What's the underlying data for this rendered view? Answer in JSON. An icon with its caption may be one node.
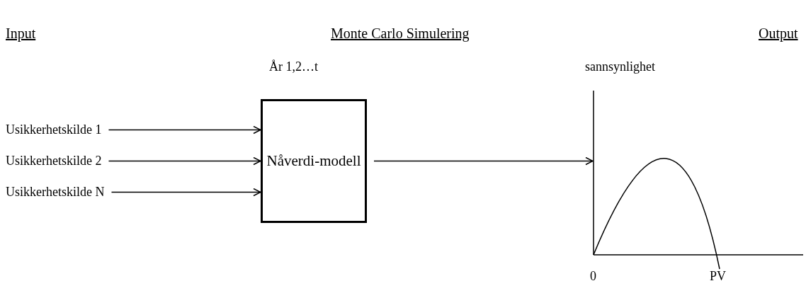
{
  "diagram": {
    "nodes": [
      {
        "text": [
          "Usikkerhetskilde 1"
        ]
      },
      {
        "text": [
          "Usikkerhetskilde 2"
        ]
      },
      {
        "text": [
          "Usikkerhetskilde N"
        ]
      },
      {
        "text": [
          "Nåverdi-modell"
        ],
        "beside": [
          "År 1,2…t"
        ]
      },
      {
        "text": [],
        "shape": "picture"
      }
    ],
    "edges": [
      {
        "from": 0,
        "to": 3,
        "arrow": "to"
      },
      {
        "from": 1,
        "to": 3,
        "arrow": "to"
      },
      {
        "from": 2,
        "to": 3,
        "arrow": "to"
      },
      {
        "from": 3,
        "to": 4,
        "arrow": "to"
      }
    ],
    "labels": [
      "Input",
      "Monte Carlo Simulering",
      "Output",
      "sannsynlighet",
      "0",
      "PV"
    ]
  }
}
